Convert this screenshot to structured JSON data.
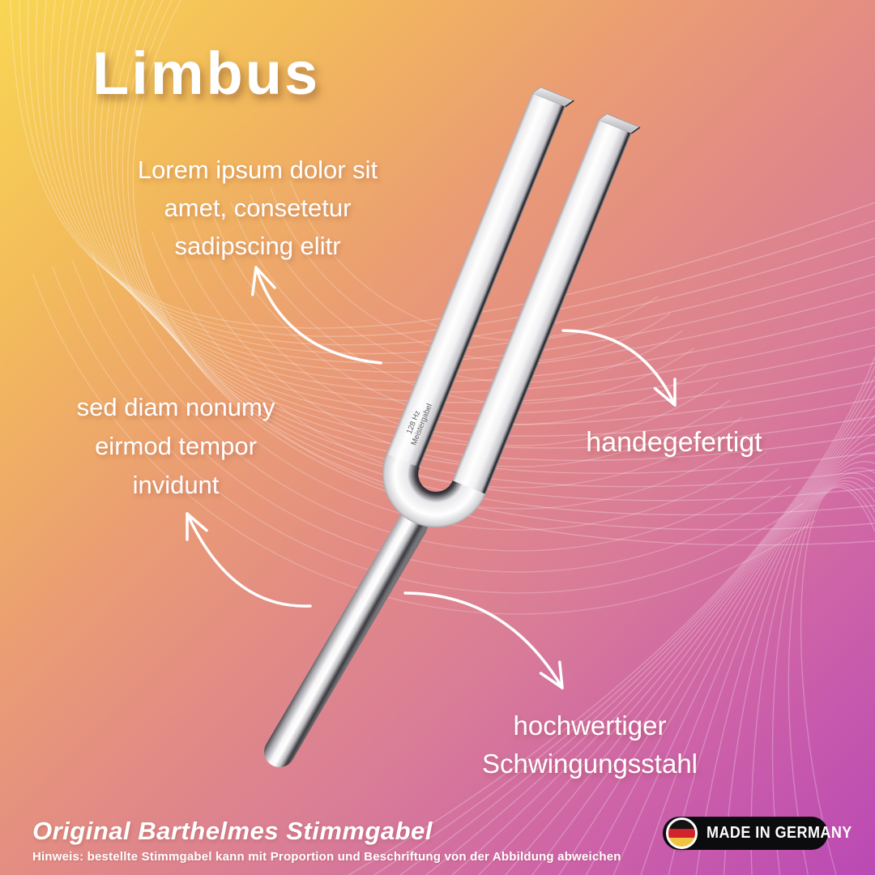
{
  "page": {
    "title": "Limbus"
  },
  "intro": {
    "line1": "Lorem ipsum dolor sit",
    "line2": "amet, consetetur",
    "line3": "sadipscing elitr"
  },
  "callouts": {
    "feature": {
      "line1": "sed diam nonumy",
      "line2": "eirmod tempor",
      "line3": "invidunt"
    },
    "craft": {
      "label": "handegefertigt"
    },
    "material": {
      "line1": "hochwertiger",
      "line2": "Schwingungsstahl"
    }
  },
  "fork": {
    "engraving_frequency": "128 Hz",
    "engraving_model": "Meistergabel"
  },
  "footer": {
    "brand": "Original Barthelmes Stimmgabel",
    "note": "Hinweis: bestellte Stimmgabel kann mit Proportion und Beschriftung von der Abbildung abweichen",
    "badge_label": "MADE IN GERMANY",
    "flag_icon": "german-flag"
  },
  "colors": {
    "bg_top_left": "#f9d653",
    "bg_mid": "#e28b85",
    "bg_bottom_right": "#ba49b4",
    "text": "#ffffff",
    "badge_bg": "#0c0c0e",
    "flag_black": "#141414",
    "flag_red": "#d2222b",
    "flag_gold": "#f0c340"
  }
}
